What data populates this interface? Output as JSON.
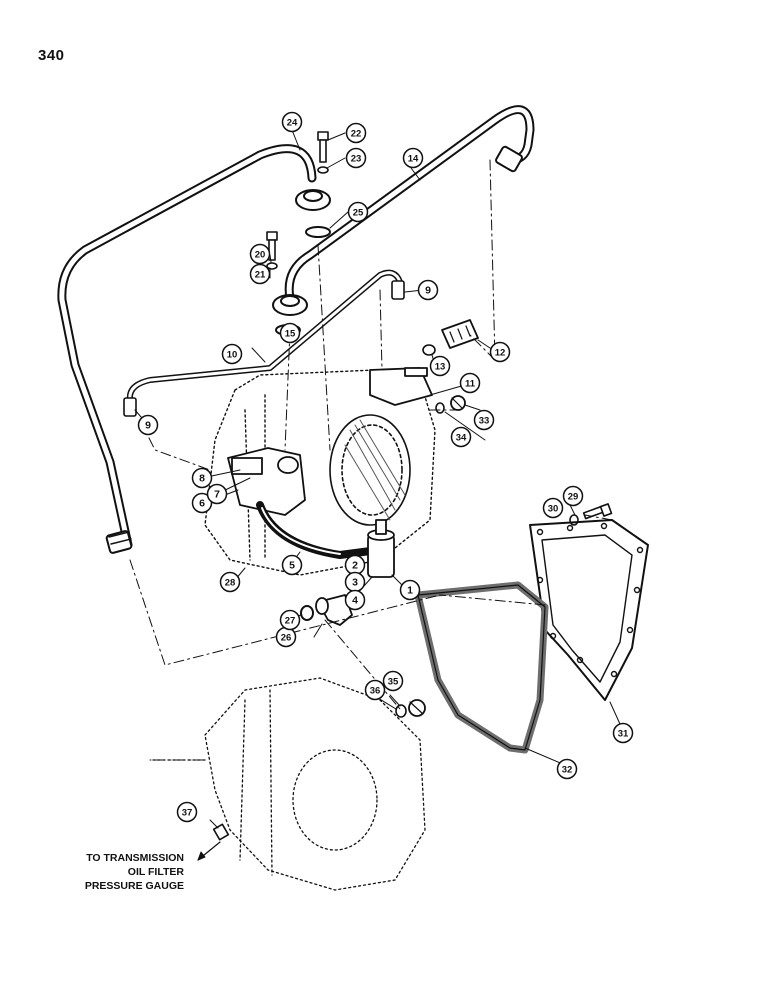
{
  "page": {
    "number": "340"
  },
  "note": {
    "lines": [
      "TO TRANSMISSION",
      "OIL FILTER",
      "PRESSURE GAUGE"
    ]
  },
  "callouts": [
    "1",
    "2",
    "3",
    "4",
    "5",
    "6",
    "7",
    "8",
    "9",
    "9",
    "10",
    "11",
    "12",
    "13",
    "14",
    "15",
    "20",
    "21",
    "22",
    "23",
    "24",
    "25",
    "26",
    "27",
    "28",
    "29",
    "30",
    "31",
    "32",
    "33",
    "34",
    "35",
    "36",
    "37"
  ],
  "colors": {
    "ink": "#111111",
    "paper": "#ffffff",
    "gasket_fill": "#6e6e6e"
  }
}
